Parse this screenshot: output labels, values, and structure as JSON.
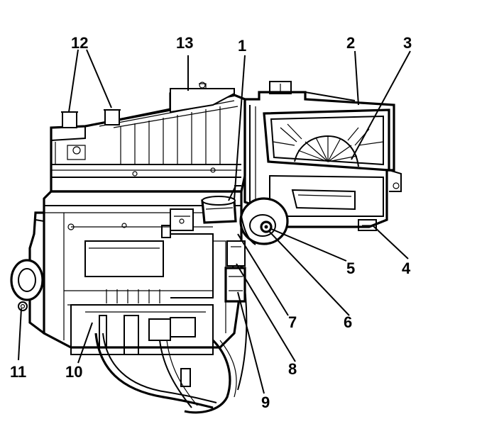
{
  "diagram": {
    "colors": {
      "ink": "#000000",
      "paper": "#ffffff"
    },
    "callouts": [
      {
        "id": "1",
        "label": "1"
      },
      {
        "id": "2",
        "label": "2"
      },
      {
        "id": "3",
        "label": "3"
      },
      {
        "id": "4",
        "label": "4"
      },
      {
        "id": "5",
        "label": "5"
      },
      {
        "id": "6",
        "label": "6"
      },
      {
        "id": "7",
        "label": "7"
      },
      {
        "id": "8",
        "label": "8"
      },
      {
        "id": "9",
        "label": "9"
      },
      {
        "id": "10",
        "label": "10"
      },
      {
        "id": "11",
        "label": "11"
      },
      {
        "id": "12",
        "label": "12"
      },
      {
        "id": "13",
        "label": "13"
      }
    ]
  }
}
